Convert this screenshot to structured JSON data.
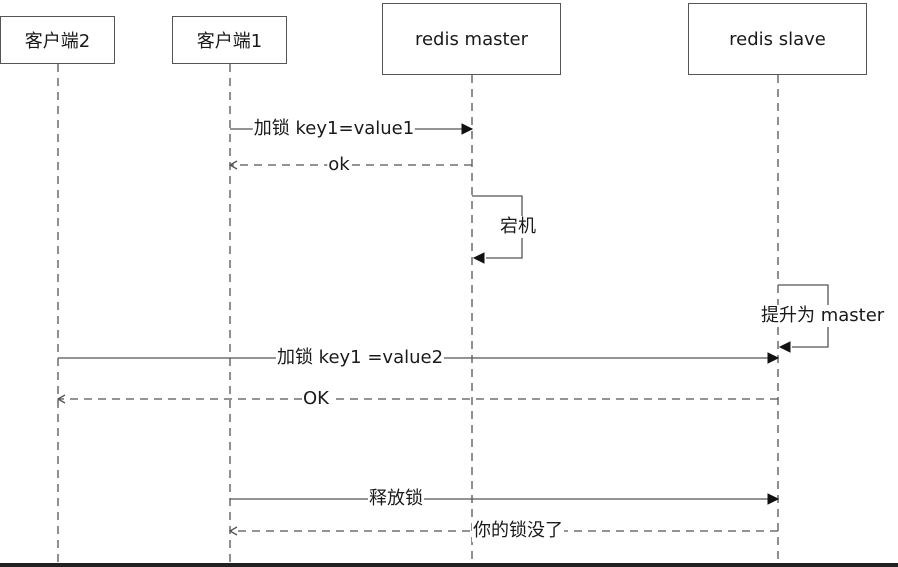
{
  "participants": [
    {
      "id": "client2",
      "label": "客户端2"
    },
    {
      "id": "client1",
      "label": "客户端1"
    },
    {
      "id": "master",
      "label": "redis master"
    },
    {
      "id": "slave",
      "label": "redis slave"
    }
  ],
  "messages": [
    {
      "from": "client1",
      "to": "master",
      "label": "加锁 key1=value1",
      "style": "solid"
    },
    {
      "from": "master",
      "to": "client1",
      "label": "ok",
      "style": "dashed"
    },
    {
      "from": "master",
      "to": "master",
      "label": "宕机",
      "style": "self"
    },
    {
      "from": "slave",
      "to": "slave",
      "label": "提升为 master",
      "style": "self"
    },
    {
      "from": "client2",
      "to": "slave",
      "label": "加锁 key1 =value2",
      "style": "solid"
    },
    {
      "from": "slave",
      "to": "client2",
      "label": "OK",
      "style": "dashed"
    },
    {
      "from": "client1",
      "to": "slave",
      "label": "释放锁",
      "style": "solid"
    },
    {
      "from": "slave",
      "to": "client1",
      "label": "你的锁没了",
      "style": "dashed"
    }
  ],
  "colors": {
    "line": "#555555",
    "text": "#1a1a1a",
    "arrowhead": "#111111"
  }
}
